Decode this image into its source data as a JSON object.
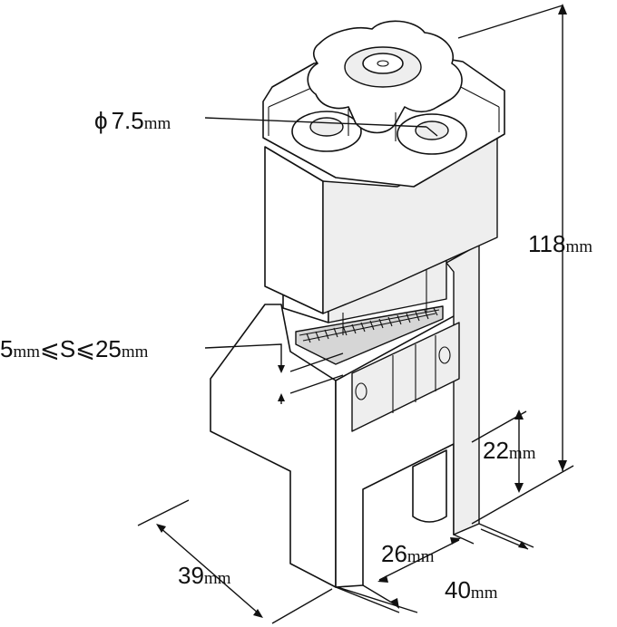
{
  "diagram": {
    "dimensions": {
      "hole_diameter": {
        "symbol": "ϕ",
        "value": "7.5",
        "unit": "mm"
      },
      "height_total": {
        "value": "118",
        "unit": "mm"
      },
      "clamp_range": {
        "prefix": "5",
        "prefix_unit": "mm",
        "middle": "⩽S⩽",
        "value": "25",
        "unit": "mm"
      },
      "slot_depth": {
        "value": "22",
        "unit": "mm"
      },
      "depth": {
        "value": "39",
        "unit": "mm"
      },
      "slot_width": {
        "value": "26",
        "unit": "mm"
      },
      "width": {
        "value": "40",
        "unit": "mm"
      }
    }
  }
}
